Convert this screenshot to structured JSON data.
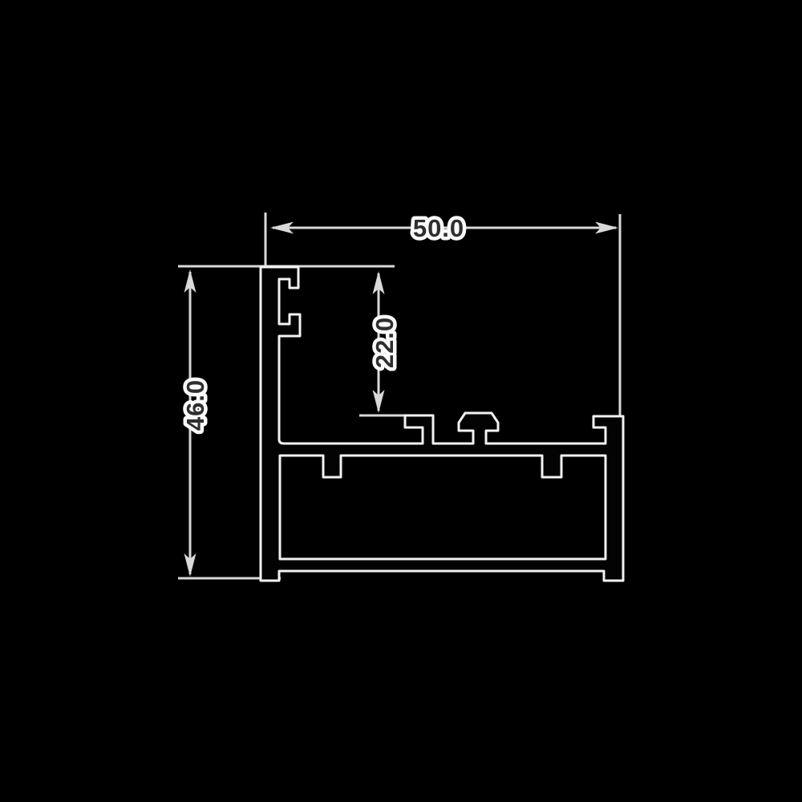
{
  "drawing": {
    "kind": "aluminium-extrusion-profile-cross-section",
    "colors": {
      "bg": "#000000",
      "line": "#d9d9d9",
      "outline": "#f2f2f2",
      "text": "#2e2e2e",
      "halo": "#fafafa"
    }
  },
  "dimensions": {
    "width": {
      "value": 50.0,
      "label": "50.0"
    },
    "height": {
      "value": 46.0,
      "label": "46.0"
    },
    "pocket_depth": {
      "value": 22.0,
      "label": "22.0"
    }
  }
}
